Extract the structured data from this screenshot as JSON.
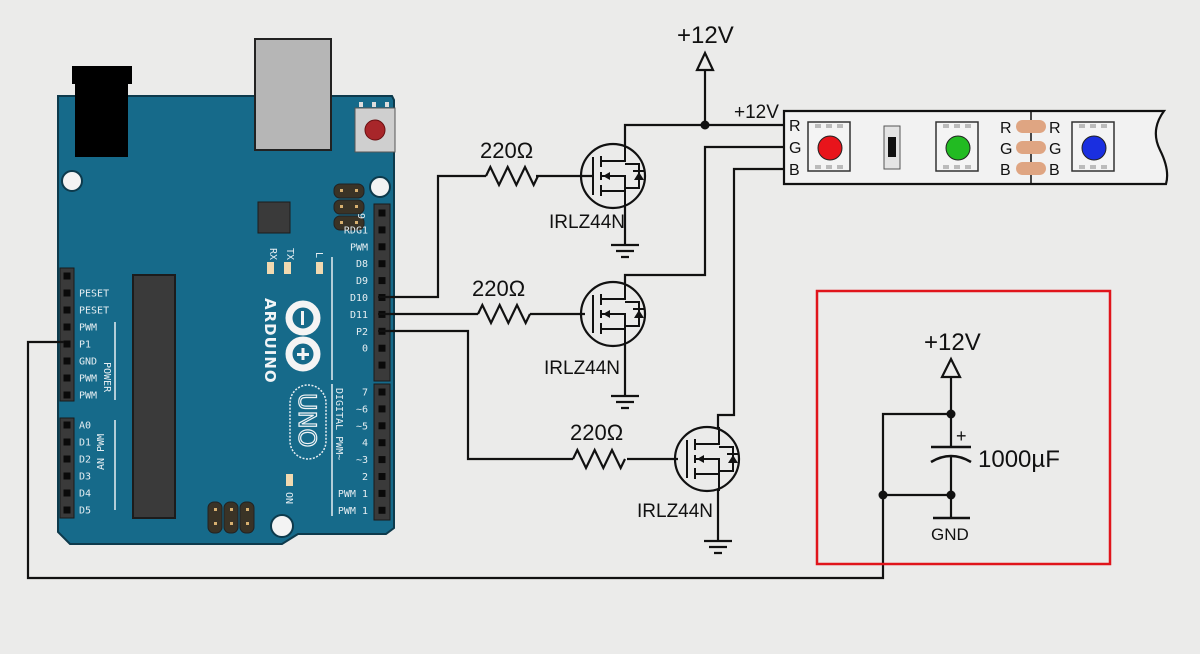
{
  "board": {
    "brand": "ARDUINO",
    "model": "UNO",
    "digital_label": "DIGITAL PWM~",
    "led_labels": [
      "RX",
      "TX",
      "L",
      "ON"
    ],
    "right_header_top": [
      "9",
      "RDG1",
      "PWM",
      "D8",
      "D9",
      "D10",
      "D11",
      "P2",
      "0"
    ],
    "right_header_bottom": [
      "7",
      "~6",
      "~5",
      "4",
      "~3",
      "2",
      "PWM 1",
      "PWM 1"
    ],
    "left_header_top": [
      "PESET",
      "PESET",
      "PWM",
      "P1",
      "GND",
      "PWM",
      "PWM"
    ],
    "left_header_top_side": "POWER",
    "left_header_bottom": [
      "A0",
      "D1",
      "D2",
      "D3",
      "D4",
      "D5"
    ],
    "left_header_bottom_side": "AN PWM"
  },
  "circuit": {
    "supply_top": "+12V",
    "strip_supply": "+12V",
    "channels": [
      {
        "pin": "D9",
        "resistor": "220Ω",
        "mosfet": "IRLZ44N",
        "strip_pin": "R"
      },
      {
        "pin": "D10",
        "resistor": "220Ω",
        "mosfet": "IRLZ44N",
        "strip_pin": "G"
      },
      {
        "pin": "D11",
        "resistor": "220Ω",
        "mosfet": "IRLZ44N",
        "strip_pin": "B"
      }
    ]
  },
  "strip": {
    "pins": [
      "R",
      "G",
      "B"
    ],
    "cut_pads": [
      "R",
      "G",
      "B"
    ],
    "led_colors": [
      "#e8141b",
      "#22bb22",
      "#1a2fe0"
    ]
  },
  "capacitor_box": {
    "supply": "+12V",
    "polarity": "+",
    "value": "1000µF",
    "ground": "GND",
    "highlight_color": "#e0141b"
  },
  "colors": {
    "board": "#166a8a",
    "background": "#ebebea"
  }
}
